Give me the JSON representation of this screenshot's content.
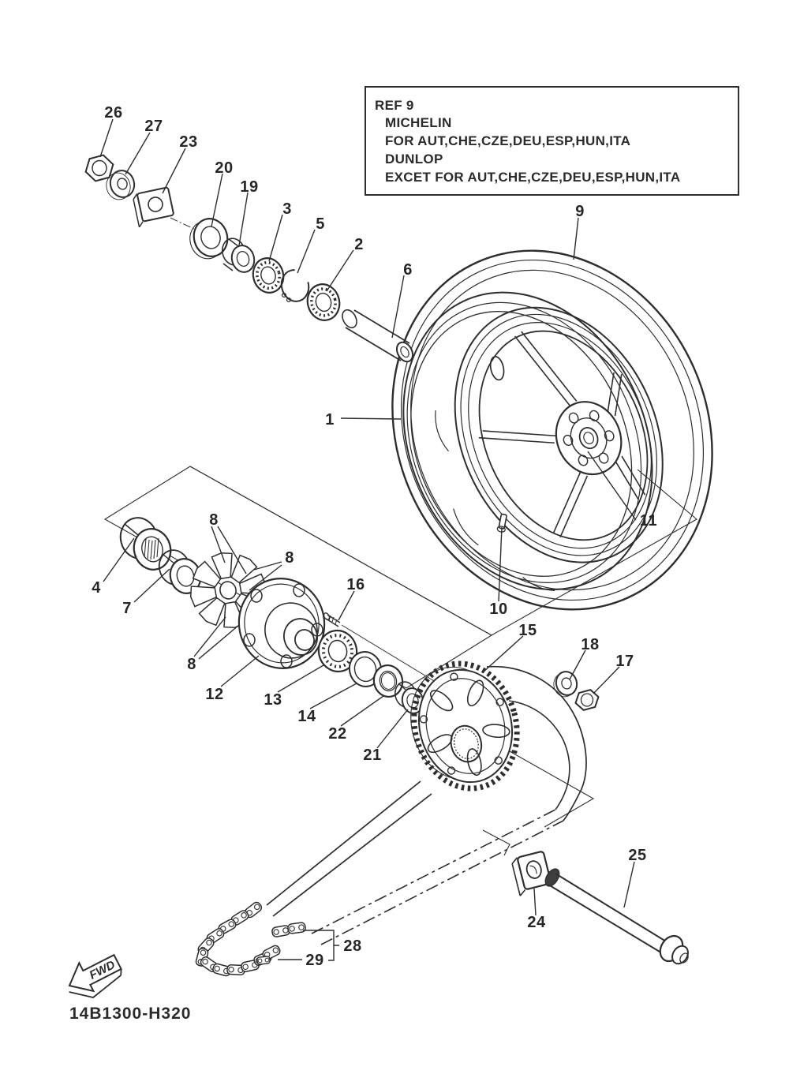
{
  "diagram": {
    "ref_note": {
      "line1": "REF 9",
      "line2": "MICHELIN",
      "line3": "FOR AUT,CHE,CZE,DEU,ESP,HUN,ITA",
      "line4": "DUNLOP",
      "line5": "EXCET FOR AUT,CHE,CZE,DEU,ESP,HUN,ITA"
    },
    "part_labels": {
      "p1": "1",
      "p2": "2",
      "p3": "3",
      "p4": "4",
      "p5": "5",
      "p6": "6",
      "p7": "7",
      "p8": "8",
      "p9": "9",
      "p10": "10",
      "p11": "11",
      "p12": "12",
      "p13": "13",
      "p14": "14",
      "p15": "15",
      "p16": "16",
      "p17": "17",
      "p18": "18",
      "p19": "19",
      "p20": "20",
      "p21": "21",
      "p22": "22",
      "p23": "23",
      "p24": "24",
      "p25": "25",
      "p26": "26",
      "p27": "27",
      "p28": "28",
      "p29": "29"
    },
    "fwd_label": "FWD",
    "footer": {
      "drawing_code": "14B1300-H320"
    },
    "ink_color": "#2e2e2e"
  }
}
